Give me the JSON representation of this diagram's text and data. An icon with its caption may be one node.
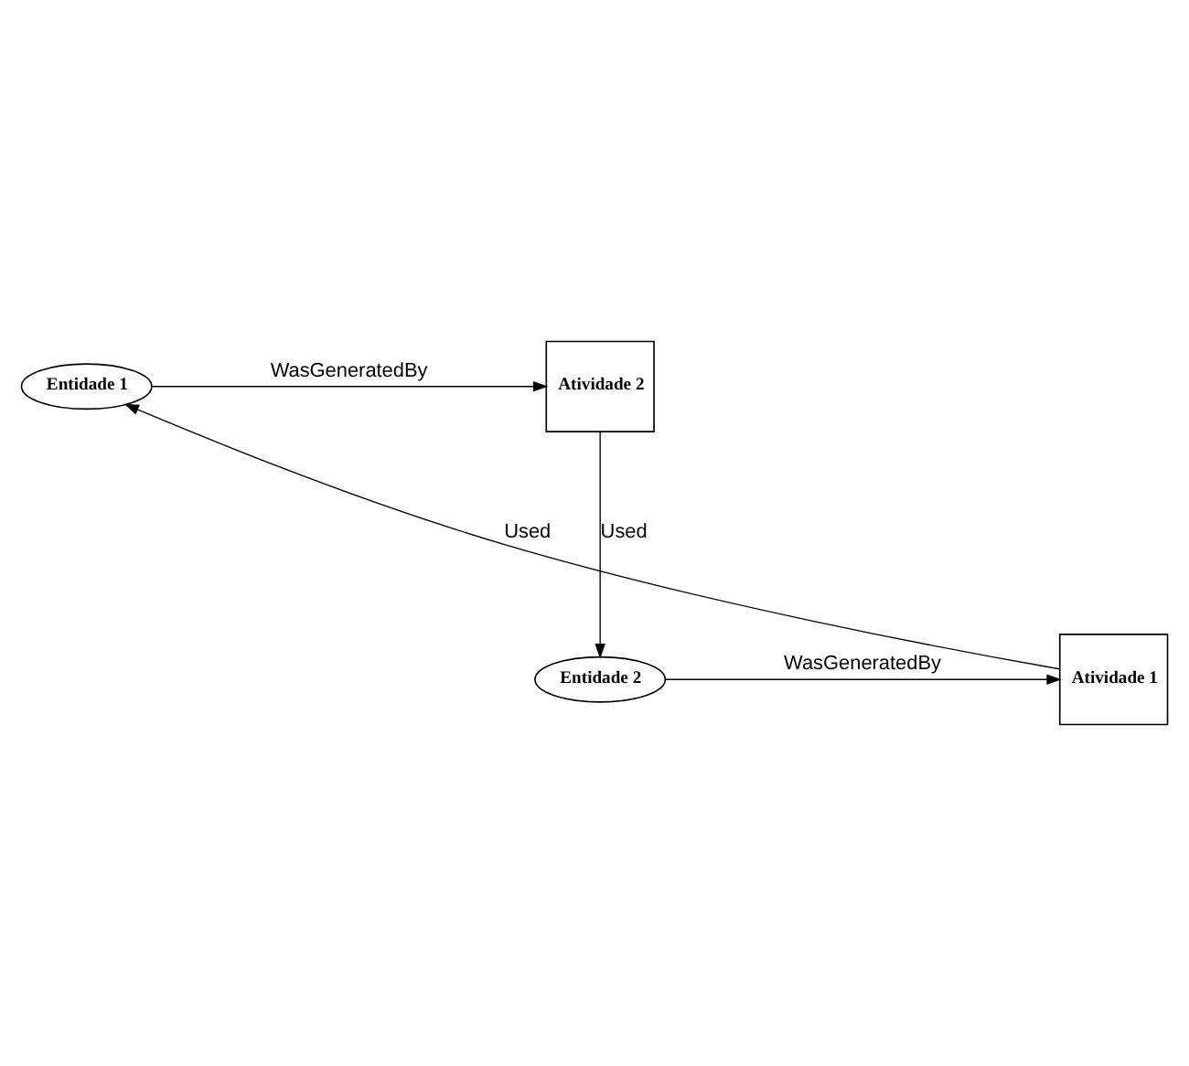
{
  "diagram": {
    "nodes": [
      {
        "text": [
          "Entidade 1"
        ]
      },
      {
        "text": [
          "Atividade 2"
        ]
      },
      {
        "text": [
          "Entidade 2"
        ]
      },
      {
        "text": [
          "Atividade 1"
        ]
      }
    ],
    "edges": [
      {
        "from": 0,
        "to": 1,
        "arrow": "to",
        "label": "WasGeneratedBy"
      },
      {
        "from": 1,
        "to": 2,
        "arrow": "to",
        "label": "Used"
      },
      {
        "from": 2,
        "to": 3,
        "arrow": "to",
        "label": "WasGeneratedBy"
      },
      {
        "from": 3,
        "to": 0,
        "arrow": "to",
        "label": "Used"
      }
    ]
  }
}
